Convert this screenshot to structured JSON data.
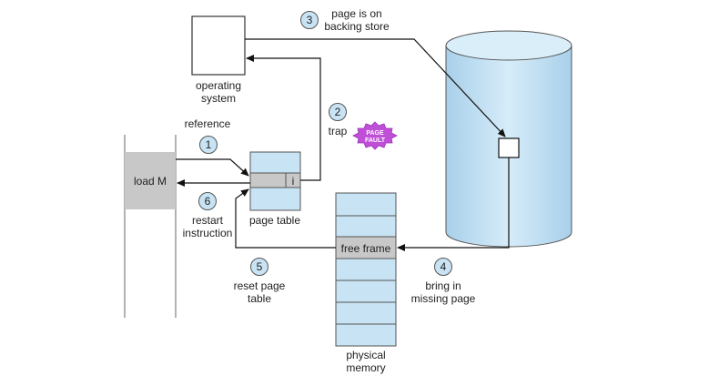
{
  "colors": {
    "box_fill": "#c8e3f4",
    "box_stroke": "#333333",
    "grey_fill": "#c8c8c8",
    "cylinder_fill": "#c8e3f4",
    "badge_fill": "#c04fd8",
    "arrow": "#111111"
  },
  "labels": {
    "operating_system": [
      "operating",
      "system"
    ],
    "page_on_backing_store": [
      "page is on",
      "backing store"
    ],
    "reference": "reference",
    "trap": "trap",
    "load_m": "load M",
    "page_table_bit": "i",
    "page_table": "page table",
    "restart_instruction": [
      "restart",
      "instruction"
    ],
    "free_frame": "free frame",
    "reset_page_table": [
      "reset page",
      "table"
    ],
    "bring_in_missing_page": [
      "bring in",
      "missing page"
    ],
    "physical_memory": [
      "physical",
      "memory"
    ],
    "page_fault_badge": [
      "PAGE",
      "FAULT"
    ]
  },
  "steps": [
    "1",
    "2",
    "3",
    "4",
    "5",
    "6"
  ]
}
